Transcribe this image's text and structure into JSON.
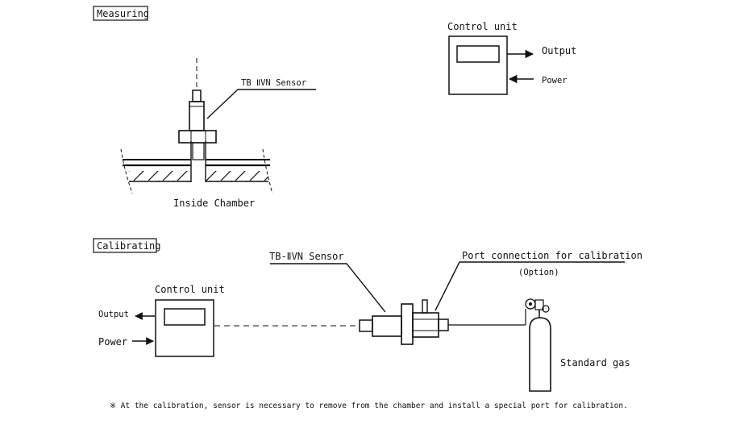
{
  "sections": {
    "measuring": {
      "title": "Measuring"
    },
    "calibrating": {
      "title": "Calibrating"
    }
  },
  "measuring": {
    "sensor_label": "TB ⅡVN Sensor",
    "chamber_label": "Inside Chamber",
    "control_unit_label": "Control unit",
    "output_label": "Output",
    "power_label": "Power"
  },
  "calibrating": {
    "control_unit_label": "Control unit",
    "output_label": "Output",
    "power_label": "Power",
    "sensor_label": "TB-ⅡVN Sensor",
    "port_label": "Port connection for calibration",
    "port_option": "(Option)",
    "gas_label": "Standard gas"
  },
  "note": "※ At the calibration, sensor is necessary to remove from the chamber and install a special port for calibration."
}
